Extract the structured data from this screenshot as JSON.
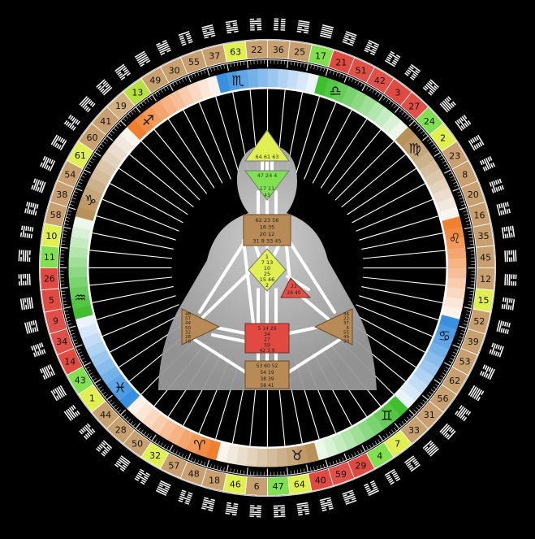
{
  "gate_ring": {
    "gates": [
      "41",
      "19",
      "13",
      "49",
      "30",
      "55",
      "37",
      "63",
      "22",
      "36",
      "25",
      "17",
      "21",
      "51",
      "42",
      "3",
      "27",
      "24",
      "2",
      "23",
      "8",
      "20",
      "16",
      "35",
      "45",
      "12",
      "15",
      "52",
      "39",
      "53",
      "62",
      "56",
      "31",
      "33",
      "7",
      "4",
      "29",
      "59",
      "40",
      "64",
      "47",
      "6",
      "46",
      "18",
      "48",
      "57",
      "32",
      "50",
      "28",
      "44",
      "1",
      "43",
      "14",
      "34",
      "9",
      "5",
      "26",
      "11",
      "10",
      "58",
      "38",
      "54",
      "61",
      "60"
    ],
    "colors": {
      "41": "#c8a070",
      "19": "#d2b080",
      "13": "#b8e040",
      "49": "#c8a070",
      "30": "#c8a070",
      "55": "#c8a070",
      "37": "#c8a070",
      "63": "#dff050",
      "22": "#c8a070",
      "36": "#c8a070",
      "25": "#c8a070",
      "17": "#80e050",
      "21": "#e04a40",
      "51": "#e05048",
      "42": "#e05048",
      "3": "#e04a40",
      "27": "#e05048",
      "24": "#80e050",
      "2": "#dff050",
      "23": "#c8a070",
      "8": "#c8a070",
      "20": "#c8a070",
      "16": "#c8a070",
      "35": "#c8a070",
      "45": "#c8a070",
      "12": "#c8a070",
      "15": "#dff050",
      "52": "#c8a070",
      "39": "#c8a070",
      "53": "#c8a070",
      "62": "#c8a070",
      "56": "#c8a070",
      "31": "#c8a070",
      "33": "#c8a070",
      "7": "#dff050",
      "4": "#80e050",
      "29": "#e04a40",
      "59": "#e05048",
      "40": "#e04a40",
      "64": "#dff050",
      "47": "#80e050",
      "6": "#c8a070",
      "46": "#dff050",
      "18": "#c8a070",
      "48": "#c8a070",
      "57": "#c8a070",
      "32": "#dff050",
      "50": "#c8a070",
      "28": "#c8a070",
      "44": "#c8a070",
      "1": "#dff050",
      "43": "#80e050",
      "14": "#e04a40",
      "34": "#e05048",
      "9": "#e05048",
      "5": "#e04a40",
      "26": "#e04a40",
      "11": "#80e050",
      "10": "#dff050",
      "58": "#c8a070",
      "38": "#c8a070",
      "54": "#c8a070",
      "61": "#dff050",
      "60": "#c8a070"
    }
  },
  "zodiac": {
    "signs": [
      {
        "glyph": "♑",
        "color": "#b8905a"
      },
      {
        "glyph": "♐",
        "color": "#f08030"
      },
      {
        "glyph": "♏",
        "color": "#3890e0"
      },
      {
        "glyph": "♎",
        "color": "#40c030"
      },
      {
        "glyph": "♍",
        "color": "#b8905a"
      },
      {
        "glyph": "♌",
        "color": "#f08030"
      },
      {
        "glyph": "♋",
        "color": "#3890e0"
      },
      {
        "glyph": "♊",
        "color": "#40c030"
      },
      {
        "glyph": "♉",
        "color": "#b8905a"
      },
      {
        "glyph": "♈",
        "color": "#f08030"
      },
      {
        "glyph": "♓",
        "color": "#3890e0"
      },
      {
        "glyph": "♒",
        "color": "#40c030"
      }
    ]
  },
  "bodygraph": {
    "head_gates": "64 61 63",
    "ajna_gates_top": "47 24 4",
    "ajna_gates_bottom": "17 11",
    "ajna_gate_43": "43",
    "throat_rows": [
      "62 23 56",
      "16 35",
      "20 12",
      "31 8 33 45"
    ],
    "g_rows": [
      "1",
      "7 13",
      "10",
      "25",
      "15 46",
      "2"
    ],
    "ego_rows": [
      "21",
      "26 40"
    ],
    "spleen_rows": [
      "48",
      "57",
      "44",
      "50",
      "32",
      "28",
      "18"
    ],
    "sacral_rows": [
      "5 14 29",
      "34",
      "27",
      "59",
      "42 3 9"
    ],
    "solar_rows": [
      "36",
      "22",
      "37",
      "6",
      "55",
      "49",
      "30"
    ],
    "root_rows": [
      "53 60 52",
      "54 19",
      "38 39",
      "58 41"
    ],
    "colors": {
      "head": "#dff050",
      "ajna": "#80e050",
      "throat": "#b88a55",
      "g": "#dff050",
      "ego": "#e05048",
      "spleen": "#b88a55",
      "sacral": "#e04a40",
      "solar": "#b88a55",
      "root": "#b88a55"
    }
  }
}
